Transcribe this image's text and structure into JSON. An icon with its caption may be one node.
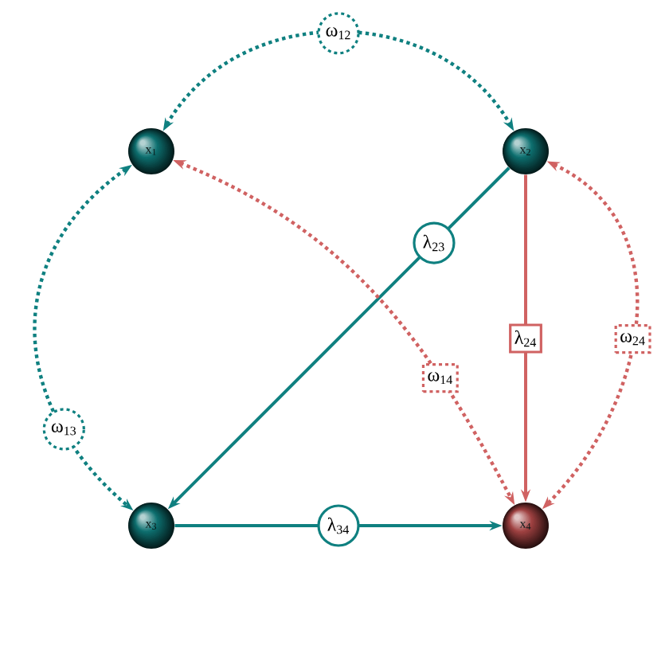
{
  "diagram": {
    "nodes": [
      {
        "text": [
          "x$_{1}$"
        ]
      },
      {
        "text": [
          "x$_{2}$"
        ]
      },
      {
        "text": [
          "x$_{3}$"
        ]
      },
      {
        "text": [
          "x$_{4}$"
        ]
      }
    ],
    "edges": [
      {
        "from": 0,
        "to": 1,
        "arrow": "both",
        "style": "dashed",
        "label": "ω$_{12}$"
      },
      {
        "from": 0,
        "to": 2,
        "arrow": "both",
        "style": "dashed",
        "label": "ω$_{13}$"
      },
      {
        "from": 1,
        "to": 2,
        "arrow": "to",
        "label": "λ$_{23}$"
      },
      {
        "from": 0,
        "to": 3,
        "arrow": "both",
        "style": "dashed",
        "color": "#d06262",
        "label": "ω$_{14}$"
      },
      {
        "from": 1,
        "to": 3,
        "arrow": "to",
        "color": "#d06262",
        "label": "λ$_{24}$"
      },
      {
        "from": 1,
        "to": 3,
        "arrow": "both",
        "style": "dashed",
        "color": "#d06262",
        "label": "ω$_{24}$"
      },
      {
        "from": 2,
        "to": 3,
        "arrow": "to",
        "label": "λ$_{34}$"
      }
    ]
  }
}
